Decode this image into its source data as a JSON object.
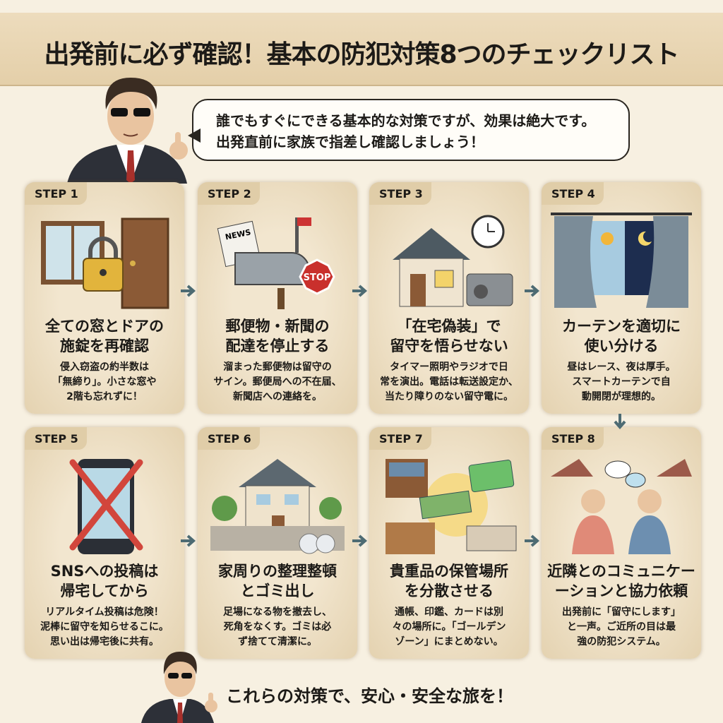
{
  "title": "出発前に必ず確認！基本の防犯対策8つのチェックリスト",
  "speech": {
    "line1": "誰でもすぐにできる基本的な対策ですが、効果は絶大です。",
    "line2": "出発直前に家族で指差し確認しましょう！"
  },
  "steps": [
    {
      "label": "STEP 1",
      "title1": "全ての窓とドアの",
      "title2": "施錠を再確認",
      "d1": "侵入窃盗の約半数は",
      "d2": "「無締り」。小さな窓や",
      "d3": "2階も忘れずに！"
    },
    {
      "label": "STEP 2",
      "title1": "郵便物・新聞の",
      "title2": "配達を停止する",
      "d1": "溜まった郵便物は留守の",
      "d2": "サイン。郵便局への不在届、",
      "d3": "新聞店への連絡を。",
      "sign": "STOP",
      "paper": "NEWS"
    },
    {
      "label": "STEP 3",
      "title1": "「在宅偽装」で",
      "title2": "留守を悟らせない",
      "d1": "タイマー照明やラジオで日",
      "d2": "常を演出。電話は転送設定か、",
      "d3": "当たり障りのない留守電に。"
    },
    {
      "label": "STEP 4",
      "title1": "カーテンを適切に",
      "title2": "使い分ける",
      "d1": "昼はレース、夜は厚手。",
      "d2": "スマートカーテンで自",
      "d3": "動開閉が理想的。"
    },
    {
      "label": "STEP 5",
      "title1": "SNSへの投稿は",
      "title2": "帰宅してから",
      "d1": "リアルタイム投稿は危険！",
      "d2": "泥棒に留守を知らせるこに。",
      "d3": "思い出は帰宅後に共有。"
    },
    {
      "label": "STEP 6",
      "title1": "家周りの整理整頓",
      "title2": "とゴミ出し",
      "d1": "足場になる物を撤去し、",
      "d2": "死角をなくす。ゴミは必",
      "d3": "ず捨てて清潔に。"
    },
    {
      "label": "STEP 7",
      "title1": "貴重品の保管場所",
      "title2": "を分散させる",
      "d1": "通帳、印鑑、カードは別",
      "d2": "々の場所に。「ゴールデン",
      "d3": "ゾーン」にまとめない。"
    },
    {
      "label": "STEP 8",
      "title1": "近隣とのコミュニケー",
      "title2": "ーションと協力依頼",
      "d1": "出発前に「留守にします」",
      "d2": "と一声。ご近所の目は最",
      "d3": "強の防犯システム。"
    }
  ],
  "footer": "これらの対策で、安心・安全な旅を！",
  "colors": {
    "arrow": "#4d6b73",
    "banner": "#e8d6b4",
    "card": "#efe2c8"
  }
}
